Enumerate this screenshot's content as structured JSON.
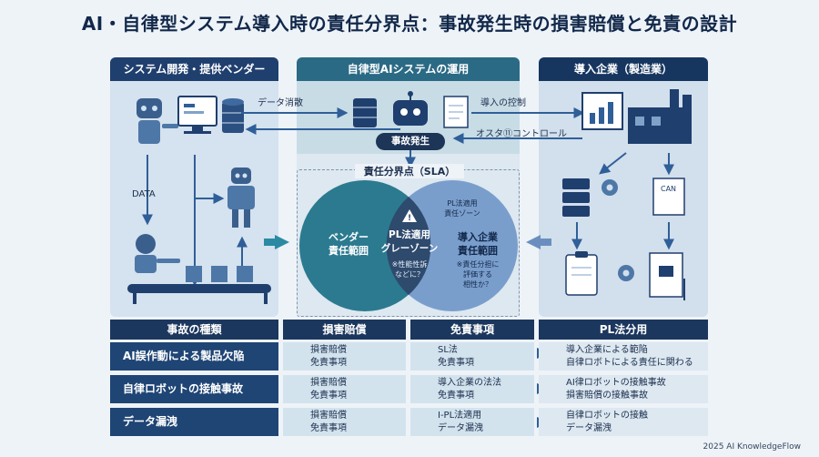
{
  "title": "AI・自律型システム導入時の責任分界点：事故発生時の損害賠償と免責の設計",
  "panels": {
    "vendor": "システム開発・提供ベンダー",
    "ai_ops": "自律型AIシステムの運用",
    "company": "導入企業（製造業）"
  },
  "flows": {
    "data_fb": "データ消散",
    "intro_control": "導入の控制",
    "data": "DATA",
    "oster_control": "オスタ⑪コントロール",
    "can": "CAN"
  },
  "accident_label": "事故発生",
  "sla": {
    "title": "責任分界点（SLA）",
    "vendor_scope": [
      "ベンダー",
      "責任範囲"
    ],
    "gray_zone": [
      "PL法適用",
      "グレーゾーン"
    ],
    "gray_note": [
      "※性能性訴",
      "などに？"
    ],
    "right_top": [
      "PL法適用",
      "責任ゾーン"
    ],
    "company_scope": [
      "導入企業",
      "責任範囲"
    ],
    "company_note": [
      "※責任分担に",
      "評価する",
      "相性か？"
    ]
  },
  "table": {
    "headers": [
      "事故の種類",
      "損害賠償",
      "免責事項",
      "PL法分用"
    ],
    "rows": [
      {
        "type": "AI誤作動による製品欠陥",
        "damages": [
          "損害賠償",
          "免責事項"
        ],
        "exempt": [
          "SL法",
          "免責事項"
        ],
        "pl": [
          "導入企業による範陥",
          "自律ロボトによる責任に関わる"
        ]
      },
      {
        "type": "自律ロボットの接触事故",
        "damages": [
          "損害賠償",
          "免責事項"
        ],
        "exempt": [
          "導入企業の法法",
          "免責事項"
        ],
        "pl": [
          "AI律ロボットの接触事故",
          "損害賠償の接触事故"
        ]
      },
      {
        "type": "データ漏洩",
        "damages": [
          "損害賠償",
          "免責事項"
        ],
        "exempt": [
          "I-PL法適用",
          "データ漏洩"
        ],
        "pl": [
          "自律ロボットの接触",
          "データ漏洩"
        ]
      }
    ]
  },
  "footer": "2025 AI KnowledgeFlow",
  "colors": {
    "navy": "#1c375e",
    "teal": "#2b6a85",
    "blue": "#2f5f98",
    "bg": "#eef3f8"
  }
}
